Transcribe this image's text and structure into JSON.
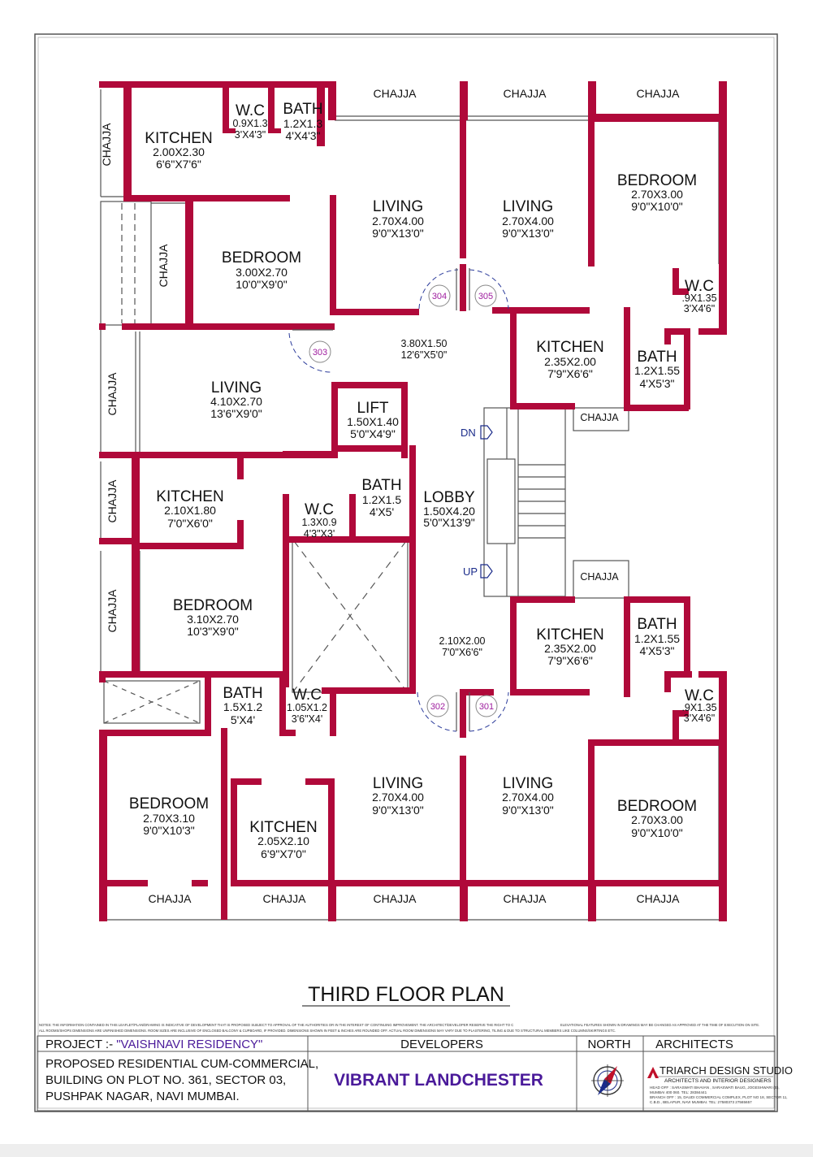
{
  "drawing_title": "THIRD FLOOR PLAN",
  "colors": {
    "wall": "#b0093a",
    "thin_line": "#444444",
    "door_tag": "#a020a0",
    "developer_text": "#4a1a9a",
    "dimension_line": "#1a2b8a"
  },
  "rooms": {
    "tl_kitchen": {
      "name": "KITCHEN",
      "dim1": "2.00X2.30",
      "dim2": "6'6\"X7'6\""
    },
    "tl_wc": {
      "name": "W.C",
      "dim1": "0.9X1.3",
      "dim2": "3'X4'3\""
    },
    "tl_bath": {
      "name": "BATH",
      "dim1": "1.2X1.3",
      "dim2": "4'X4'3\""
    },
    "tl_bedroom": {
      "name": "BEDROOM",
      "dim1": "3.00X2.70",
      "dim2": "10'0\"X9'0\""
    },
    "top_living_a": {
      "name": "LIVING",
      "dim1": "2.70X4.00",
      "dim2": "9'0\"X13'0\""
    },
    "top_living_b": {
      "name": "LIVING",
      "dim1": "2.70X4.00",
      "dim2": "9'0\"X13'0\""
    },
    "tr_bedroom": {
      "name": "BEDROOM",
      "dim1": "2.70X3.00",
      "dim2": "9'0\"X10'0\""
    },
    "tr_wc": {
      "name": "W.C",
      "dim1": ".9X1.35",
      "dim2": "3'X4'6\""
    },
    "tr_kitchen": {
      "name": "KITCHEN",
      "dim1": "2.35X2.00",
      "dim2": "7'9\"X6'6\""
    },
    "tr_bath": {
      "name": "BATH",
      "dim1": "1.2X1.55",
      "dim2": "4'X5'3\""
    },
    "upper_passage": {
      "dim1": "3.80X1.50",
      "dim2": "12'6\"X5'0\""
    },
    "ml_living": {
      "name": "LIVING",
      "dim1": "4.10X2.70",
      "dim2": "13'6\"X9'0\""
    },
    "lift": {
      "name": "LIFT",
      "dim1": "1.50X1.40",
      "dim2": "5'0\"X4'9\""
    },
    "ml_kitchen": {
      "name": "KITCHEN",
      "dim1": "2.10X1.80",
      "dim2": "7'0\"X6'0\""
    },
    "ml_wc": {
      "name": "W.C",
      "dim1": "1.3X0.9",
      "dim2": "4'3\"X3'"
    },
    "ml_bath": {
      "name": "BATH",
      "dim1": "1.2X1.5",
      "dim2": "4'X5'"
    },
    "lobby": {
      "name": "LOBBY",
      "dim1": "1.50X4.20",
      "dim2": "5'0\"X13'9\""
    },
    "ml_bedroom": {
      "name": "BEDROOM",
      "dim1": "3.10X2.70",
      "dim2": "10'3\"X9'0\""
    },
    "lower_passage": {
      "dim1": "2.10X2.00",
      "dim2": "7'0\"X6'6\""
    },
    "br_kitchen": {
      "name": "KITCHEN",
      "dim1": "2.35X2.00",
      "dim2": "7'9\"X6'6\""
    },
    "br_bath": {
      "name": "BATH",
      "dim1": "1.2X1.55",
      "dim2": "4'X5'3\""
    },
    "br_wc": {
      "name": "W.C",
      "dim1": ".9X1.35",
      "dim2": "3'X4'6\""
    },
    "bl_bath": {
      "name": "BATH",
      "dim1": "1.5X1.2",
      "dim2": "5'X4'"
    },
    "bl_wc": {
      "name": "W.C",
      "dim1": "1.05X1.2",
      "dim2": "3'6\"X4'"
    },
    "bl_bedroom": {
      "name": "BEDROOM",
      "dim1": "2.70X3.10",
      "dim2": "9'0\"X10'3\""
    },
    "bl_kitchen": {
      "name": "KITCHEN",
      "dim1": "2.05X2.10",
      "dim2": "6'9\"X7'0\""
    },
    "bot_living_a": {
      "name": "LIVING",
      "dim1": "2.70X4.00",
      "dim2": "9'0\"X13'0\""
    },
    "bot_living_b": {
      "name": "LIVING",
      "dim1": "2.70X4.00",
      "dim2": "9'0\"X13'0\""
    },
    "br_bedroom": {
      "name": "BEDROOM",
      "dim1": "2.70X3.00",
      "dim2": "9'0\"X10'0\""
    }
  },
  "chajja_label": "CHAJJA",
  "stair": {
    "down": "DN",
    "up": "UP"
  },
  "doors": [
    "304",
    "305",
    "303",
    "302",
    "301"
  ],
  "notes": {
    "left": "NOTES: THE INFORMATION CONTAINED IN THIS LEAFLET/PLAN/DRAWING IS INDICATIVE OF DEVELOPMENT THAT IS PROPOSED SUBJECT TO APPROVAL OF THE AUTHORITIES OR IN THE INTEREST OF CONTINUING IMPROVEMENT. THE ARCHITECT/DEVELOPER RESERVE THE RIGHT TO C",
    "right": "ELEVATIONAL FEATURES SHOWN IN DRAWINGS MAY BE CHANGED AS APPROVED AT THE TIME OF EXECUTION ON SITE.",
    "line2": "ALL ROOMS/SHOPS DIMENSIONS ARE UNFINISHED DIMENSIONS.  ROOM SIZES ARE INCLUSIVE OF ENCLOSED BALCONY & CUPBOARD, IF PROVIDED.  DIMENSIONS SHOWN IN FEET & INCHES ARE ROUNDED OFF.  ACTUAL ROOM DIMENSIONS MAY VARY DUE TO PLASTERING, TILING & DUE TO STRUCTURAL MEMBERS LIKE COLUMNS/SKIRTINGS ETC."
  },
  "title_block": {
    "project_label": "PROJECT :- ",
    "project_name": "\"VAISHNAVI RESIDENCY\"",
    "description_lines": [
      "PROPOSED RESIDENTIAL CUM-COMMERCIAL,",
      "BUILDING ON PLOT NO. 361, SECTOR 03,",
      "PUSHPAK NAGAR, NAVI MUMBAI."
    ],
    "developers_label": "DEVELOPERS",
    "developer_name": "VIBRANT LANDCHESTER",
    "north_label": "NORTH",
    "architects_label": "ARCHITECTS",
    "architect_name": "TRIARCH DESIGN STUDIO",
    "architect_tagline": "ARCHITECTS  AND  INTERIOR  DESIGNERS",
    "architect_office_lines": [
      "HEAD OFF   :  SARASWATI BHAVAN , SARASWATI BAUG, JOGESHWARI (E),",
      "MUMBAI 400 060.                                    TEL: 28384441",
      "BRANCH OFF : 15, DAUDI COMMERCIAL COMPLEX, PLOT NO 18, SECTOR 11,",
      "C.B.D., BELAPUR, NAVI MUMBAI.     TEL: 27580373 27565657"
    ]
  }
}
